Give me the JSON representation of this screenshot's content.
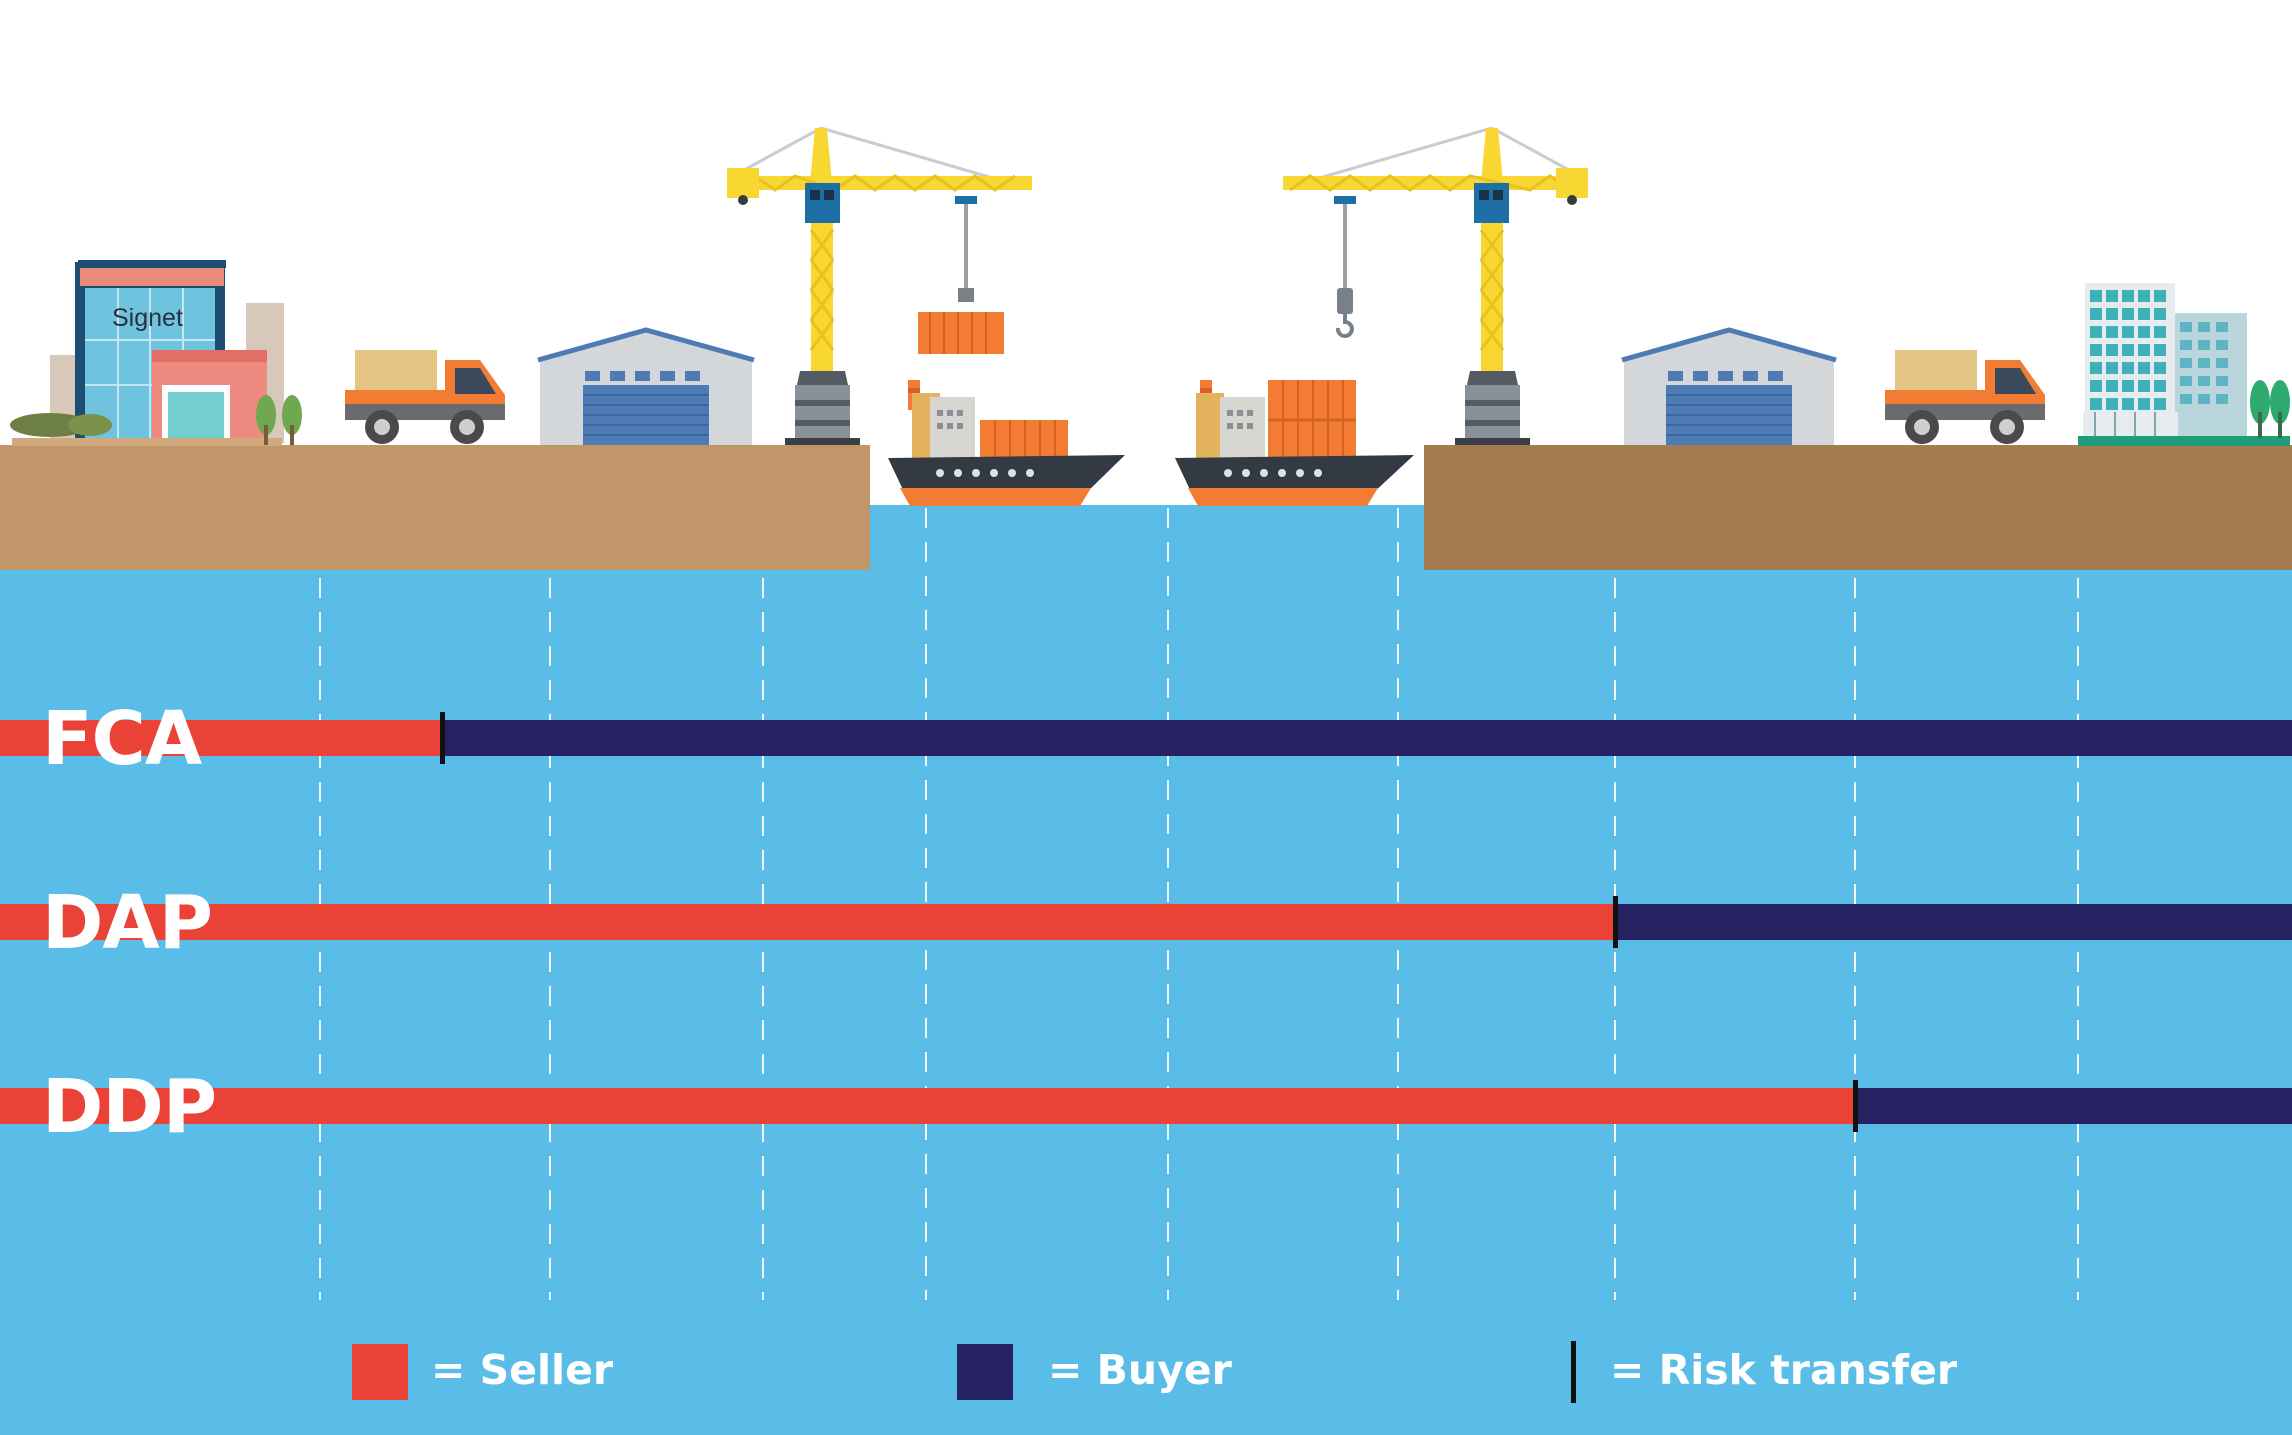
{
  "building_sign": "Signet",
  "colors": {
    "seller": "#ea4237",
    "buyer": "#262262",
    "water": "#59bde7",
    "land_left": "#c1976a",
    "land_right": "#a57b52",
    "crane": "#f9d732",
    "container": "#f27c34"
  },
  "icons": [
    "office-building-icon",
    "truck-icon",
    "warehouse-icon",
    "crane-icon",
    "cargo-ship-icon",
    "container-icon",
    "hook-icon",
    "tree-icon"
  ],
  "incoterms": [
    {
      "term": "FCA",
      "risk_transfer_stage": 2
    },
    {
      "term": "DAP",
      "risk_transfer_stage": 8
    },
    {
      "term": "DDP",
      "risk_transfer_stage": 9
    }
  ],
  "legend": {
    "seller": "= Seller",
    "buyer": "= Buyer",
    "risk": "= Risk transfer"
  }
}
